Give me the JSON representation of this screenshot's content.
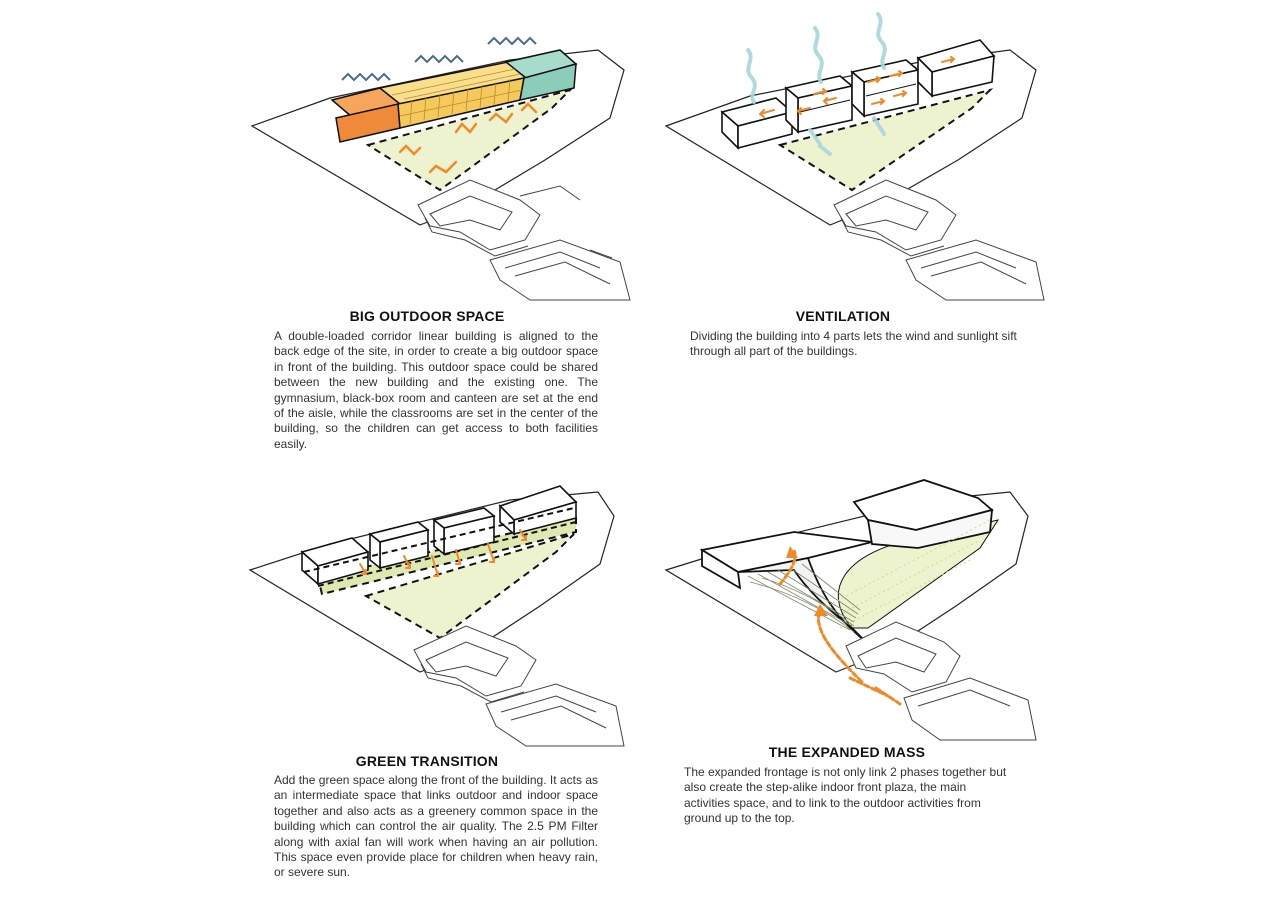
{
  "panels": [
    {
      "id": "big-outdoor-space",
      "title": "BIG OUTDOOR SPACE",
      "text": "A double-loaded corridor linear building is aligned to the back edge of the site, in order to create a big outdoor space in front of the building. This outdoor space could be shared between the new building and the existing one. The gymnasium, black-box room and canteen are set at the end of the aisle, while the classrooms are set in the center of the building, so the children can get access to both facilities easily."
    },
    {
      "id": "ventilation",
      "title": "VENTILATION",
      "text": "Dividing the building into 4 parts lets the wind and sunlight sift through all part of the buildings."
    },
    {
      "id": "green-transition",
      "title": "GREEN TRANSITION",
      "text": "Add the green space along the front of the building. It acts as an intermediate space that links outdoor and indoor space together and also acts as a greenery common space in the building which can control the air quality. The 2.5 PM Filter along with axial fan will work when having an air pollution. This space even provide place for children when heavy rain, or severe sun."
    },
    {
      "id": "expanded-mass",
      "title": "THE EXPANDED MASS",
      "text": "The expanded frontage is not only link 2 phases together but also create the step-alike indoor front plaza, the main activities space, and to link to the outdoor activities from ground up to the top."
    }
  ],
  "colors": {
    "green_space": "#eef3cf",
    "orange_arrow": "#ee8a2a",
    "orange_block": "#f4a259",
    "yellow_block": "#f7d77a",
    "teal_block": "#9fd6c8",
    "wind": "#a9d6dc",
    "line": "#1a1a1a"
  }
}
